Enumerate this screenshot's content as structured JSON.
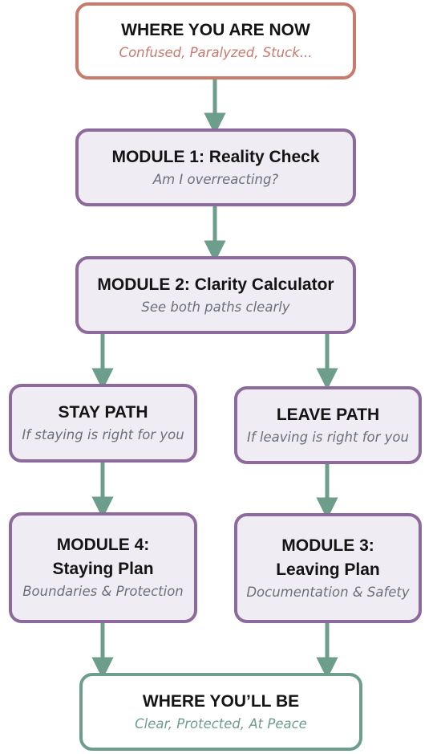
{
  "nodes": {
    "now": {
      "title": "WHERE YOU ARE NOW",
      "subtitle": "Confused, Paralyzed, Stuck..."
    },
    "module1": {
      "title": "MODULE 1: Reality Check",
      "subtitle": "Am I overreacting?"
    },
    "module2": {
      "title": "MODULE 2: Clarity Calculator",
      "subtitle": "See both paths clearly"
    },
    "stay": {
      "title": "STAY PATH",
      "subtitle": "If staying is right for you"
    },
    "leave": {
      "title": "LEAVE PATH",
      "subtitle": "If leaving is right for you"
    },
    "module4": {
      "title_line1": "MODULE 4:",
      "title_line2": "Staying Plan",
      "subtitle": "Boundaries & Protection"
    },
    "module3": {
      "title_line1": "MODULE 3:",
      "title_line2": "Leaving Plan",
      "subtitle": "Documentation & Safety"
    },
    "end": {
      "title": "WHERE YOU’LL BE",
      "subtitle": "Clear, Protected, At Peace"
    }
  },
  "colors": {
    "start_border": "#c87a6c",
    "module_border": "#8c6a9c",
    "module_fill": "#efedf3",
    "end_border": "#6c9e8b",
    "arrow": "#6c9e8b"
  }
}
